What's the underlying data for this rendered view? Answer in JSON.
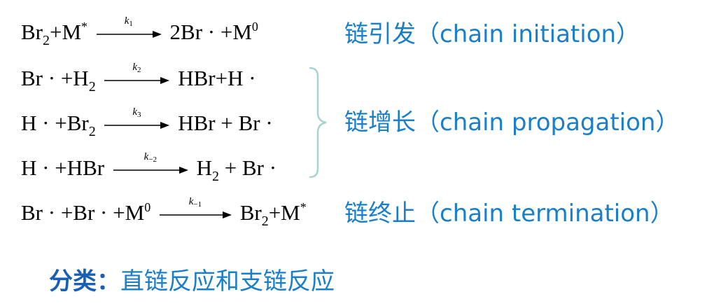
{
  "reactions": [
    {
      "lhs": "Br",
      "lhs_sub": "2",
      "lhs2": "+M",
      "lhs_sup": "*",
      "k": "k",
      "k_sub": "1",
      "rhs": "2Br · +M",
      "rhs_sup": "0"
    },
    {
      "lhs": "Br · +H",
      "lhs_sub": "2",
      "k": "k",
      "k_sub": "2",
      "rhs": "HBr+H ·"
    },
    {
      "lhs": "H · +Br",
      "lhs_sub": "2",
      "k": "k",
      "k_sub": "3",
      "rhs": "HBr + Br ·"
    },
    {
      "lhs": "H · +HBr",
      "k": "k",
      "k_sub": "−2",
      "rhs": "H",
      "rhs_sub": "2",
      "rhs2": " + Br ·"
    },
    {
      "lhs": "Br · +Br · +M",
      "lhs_sup": "0",
      "k": "k",
      "k_sub": "−1",
      "rhs": "Br",
      "rhs_sub": "2",
      "rhs2": "+M",
      "rhs_sup": "*"
    }
  ],
  "labels": {
    "initiation": "链引发（chain initiation）",
    "propagation": "链增长（chain propagation）",
    "termination": "链终止（chain termination）"
  },
  "classification": {
    "title": "分类：",
    "text": "直链反应和支链反应"
  },
  "colors": {
    "label": "#1a7fc8",
    "brace": "#a8d4cf"
  }
}
